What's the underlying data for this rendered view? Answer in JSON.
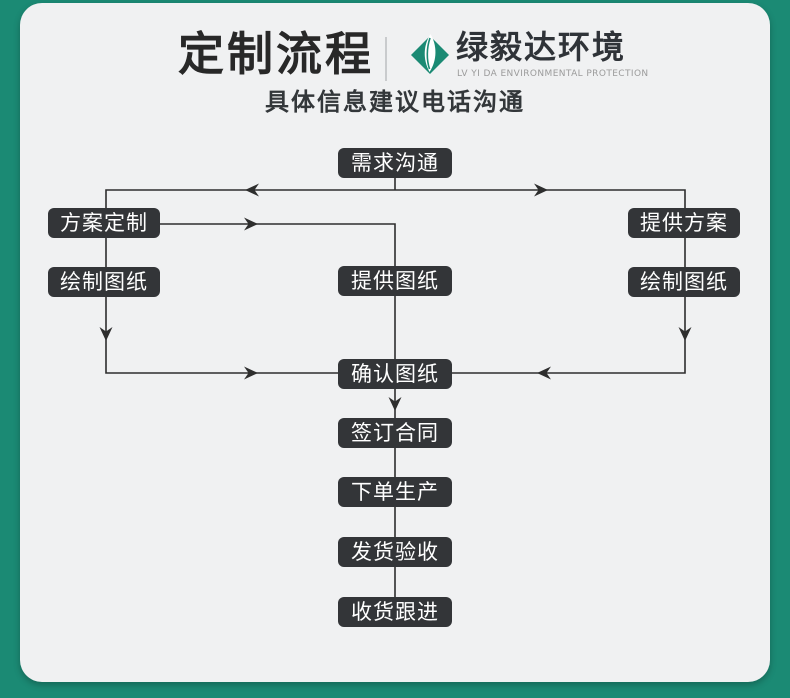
{
  "theme": {
    "accent": "#1B8A74",
    "panel_bg": "#F0F1F2",
    "node_bg": "#333538",
    "node_text": "#FFFFFF",
    "line_color": "#2E2E2E",
    "title_color": "#282828",
    "muted_text": "#9B9B9B"
  },
  "header": {
    "title": "定制流程",
    "brand": {
      "name": "绿毅达环境",
      "tagline": "LV YI DA ENVIRONMENTAL PROTECTION",
      "logo_icon": "leaf-diamond-icon"
    },
    "subtitle": "具体信息建议电话沟通"
  },
  "flowchart": {
    "nodes": [
      {
        "id": "demand",
        "label": "需求沟通"
      },
      {
        "id": "plan-custom",
        "label": "方案定制"
      },
      {
        "id": "provide-plan",
        "label": "提供方案"
      },
      {
        "id": "draw-left",
        "label": "绘制图纸"
      },
      {
        "id": "provide-draw",
        "label": "提供图纸"
      },
      {
        "id": "draw-right",
        "label": "绘制图纸"
      },
      {
        "id": "confirm",
        "label": "确认图纸"
      },
      {
        "id": "contract",
        "label": "签订合同"
      },
      {
        "id": "production",
        "label": "下单生产"
      },
      {
        "id": "ship",
        "label": "发货验收"
      },
      {
        "id": "follow",
        "label": "收货跟进"
      }
    ]
  }
}
